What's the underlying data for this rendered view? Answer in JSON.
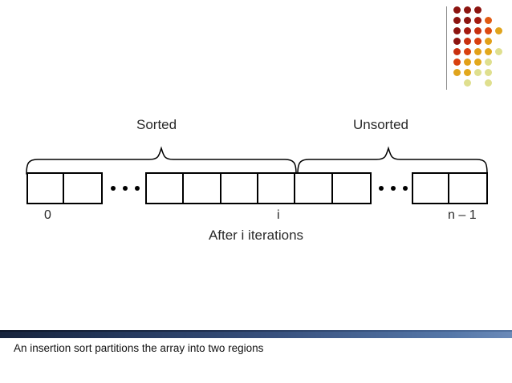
{
  "slide": {
    "background_color": "#ffffff",
    "bottom_caption": "An insertion sort partitions the array into two regions"
  },
  "logo": {
    "name": "dot-grid-logo",
    "rule_color": "#8d8d8d",
    "palette": {
      "dark_red": "#8c1410",
      "red": "#b51f10",
      "orange_red": "#d9400f",
      "orange": "#e8681a",
      "amber": "#e8a11a",
      "gold": "#dfb425",
      "pale_yellow": "#dfdf8e"
    },
    "dots": [
      {
        "col": 1,
        "row": 1,
        "color": "#8c1410"
      },
      {
        "col": 2,
        "row": 1,
        "color": "#8c1410"
      },
      {
        "col": 3,
        "row": 1,
        "color": "#8c1410"
      },
      {
        "col": 1,
        "row": 2,
        "color": "#8c1410"
      },
      {
        "col": 2,
        "row": 2,
        "color": "#8c1410"
      },
      {
        "col": 3,
        "row": 2,
        "color": "#a51a10"
      },
      {
        "col": 4,
        "row": 2,
        "color": "#e05a12"
      },
      {
        "col": 1,
        "row": 3,
        "color": "#8c1410"
      },
      {
        "col": 2,
        "row": 3,
        "color": "#a51a10"
      },
      {
        "col": 3,
        "row": 3,
        "color": "#c8300f"
      },
      {
        "col": 4,
        "row": 3,
        "color": "#dd4a10"
      },
      {
        "col": 5,
        "row": 3,
        "color": "#e0a41c"
      },
      {
        "col": 1,
        "row": 4,
        "color": "#8c1410"
      },
      {
        "col": 2,
        "row": 4,
        "color": "#c8300f"
      },
      {
        "col": 3,
        "row": 4,
        "color": "#d9400f"
      },
      {
        "col": 4,
        "row": 4,
        "color": "#e2a018"
      },
      {
        "col": 1,
        "row": 5,
        "color": "#c8300f"
      },
      {
        "col": 2,
        "row": 5,
        "color": "#d9400f"
      },
      {
        "col": 3,
        "row": 5,
        "color": "#e2a018"
      },
      {
        "col": 4,
        "row": 5,
        "color": "#e2a81c"
      },
      {
        "col": 5,
        "row": 5,
        "color": "#dfdf8e"
      },
      {
        "col": 1,
        "row": 6,
        "color": "#d9400f"
      },
      {
        "col": 2,
        "row": 6,
        "color": "#e2a018"
      },
      {
        "col": 3,
        "row": 6,
        "color": "#e2a81c"
      },
      {
        "col": 4,
        "row": 6,
        "color": "#dfdf8e"
      },
      {
        "col": 1,
        "row": 7,
        "color": "#e0a41c"
      },
      {
        "col": 2,
        "row": 7,
        "color": "#e2a81c"
      },
      {
        "col": 3,
        "row": 7,
        "color": "#dfdf8e"
      },
      {
        "col": 4,
        "row": 7,
        "color": "#dfdf8e"
      },
      {
        "col": 2,
        "row": 8,
        "color": "#dfdf8e"
      },
      {
        "col": 4,
        "row": 8,
        "color": "#dfdf8e"
      }
    ]
  },
  "diagram": {
    "title": "insertion-sort-array-partition",
    "region_labels": {
      "sorted": "Sorted",
      "unsorted": "Unsorted"
    },
    "index_labels": {
      "first": "0",
      "middle": "i",
      "last": "n – 1"
    },
    "caption": "After i iterations",
    "array": {
      "groups": [
        {
          "name": "left-cells",
          "count": 2
        },
        {
          "name": "middle-cells",
          "count": 6
        },
        {
          "name": "right-cells",
          "count": 2
        }
      ],
      "ellipses": [
        {
          "name": "left-ellipsis",
          "dots": 3
        },
        {
          "name": "right-ellipsis",
          "dots": 3
        }
      ]
    }
  }
}
